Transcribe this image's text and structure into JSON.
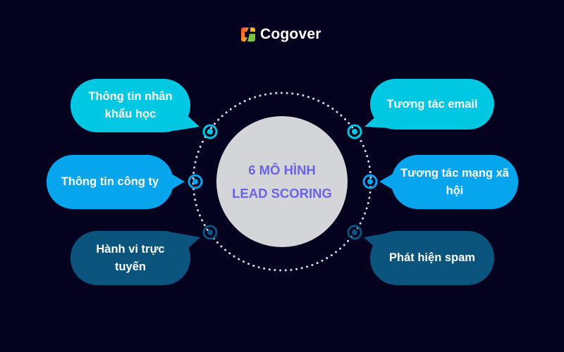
{
  "brand": {
    "name": "Cogover"
  },
  "center": {
    "line1": "6 MÔ HÌNH",
    "line2": "LEAD SCORING"
  },
  "models": [
    {
      "label": "Thông tin nhân khẩu học",
      "color": "#00c8e3"
    },
    {
      "label": "Thông tin công ty",
      "color": "#06a5ee"
    },
    {
      "label": "Hành vi trực tuyến",
      "color": "#0b547e"
    },
    {
      "label": "Tương tác email",
      "color": "#00c8e3"
    },
    {
      "label": "Tương tác mạng xã hội",
      "color": "#06a5ee"
    },
    {
      "label": "Phát hiện spam",
      "color": "#0b547e"
    }
  ],
  "colors": {
    "background": "#04021f",
    "center_circle": "#d4d5d8",
    "center_text": "#6a63e6"
  }
}
